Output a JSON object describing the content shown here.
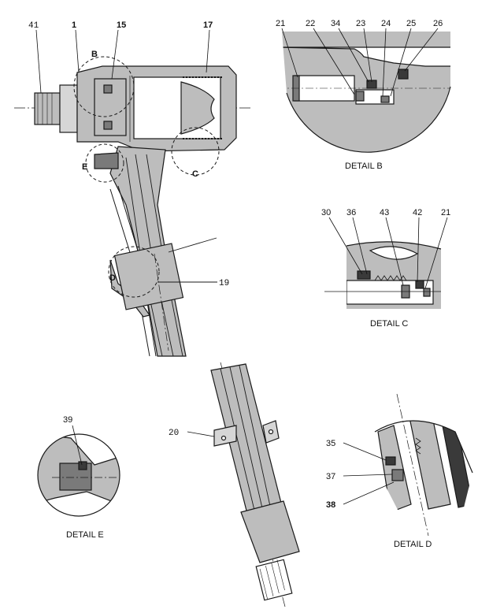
{
  "main_view": {
    "callouts": [
      "41",
      "1",
      "15",
      "17",
      "19"
    ],
    "detail_markers": [
      "B",
      "C",
      "D",
      "E"
    ]
  },
  "detail_b": {
    "callouts": [
      "21",
      "22",
      "34",
      "23",
      "24",
      "25",
      "26"
    ],
    "caption": "DETAIL B"
  },
  "detail_c": {
    "callouts": [
      "30",
      "36",
      "43",
      "42",
      "21"
    ],
    "caption": "DETAIL C"
  },
  "detail_d": {
    "callouts": [
      "35",
      "37",
      "38"
    ],
    "caption": "DETAIL D"
  },
  "detail_e": {
    "callouts": [
      "39"
    ],
    "caption": "DETAIL E"
  },
  "lower_view": {
    "callouts": [
      "20"
    ]
  },
  "colors": {
    "line": "#1a1a1a",
    "body_fill": "#bdbdbd",
    "dark_fill": "#7a7a7a",
    "white": "#ffffff"
  }
}
